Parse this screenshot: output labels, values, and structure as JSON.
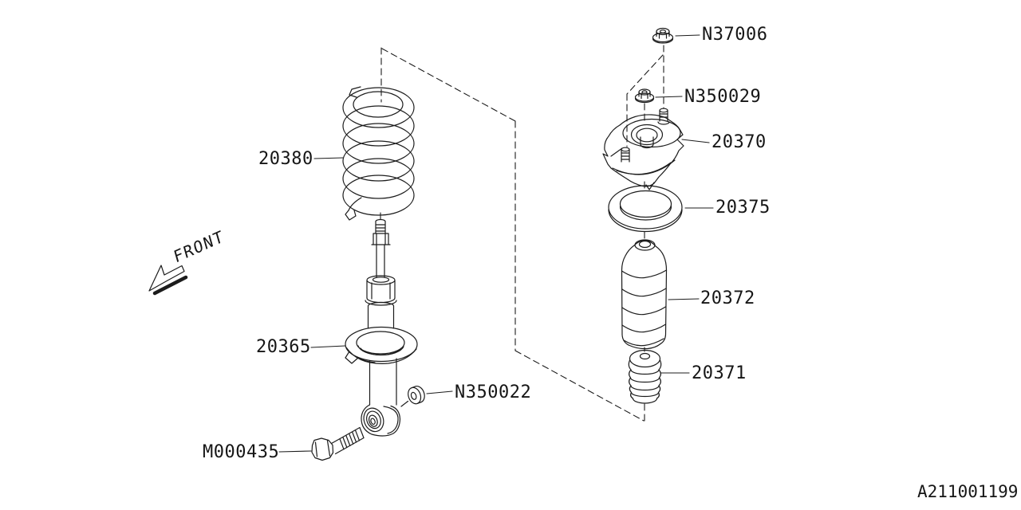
{
  "colors": {
    "background": "#ffffff",
    "line": "#1c1c1c",
    "text": "#161616"
  },
  "diagram": {
    "drawing_number": "A211001199",
    "front_indicator": "FRONT",
    "labels": {
      "coil_spring": "20380",
      "shock_absorber": "20365",
      "strut_mount": "20370",
      "spacer": "20375",
      "dust_cover": "20372",
      "helper_rubber": "20371",
      "nut_strut_mount_top": "N37006",
      "nut_strut_mount": "N350029",
      "nut_shock_lower": "N350022",
      "bolt_shock_lower": "M000435"
    }
  }
}
